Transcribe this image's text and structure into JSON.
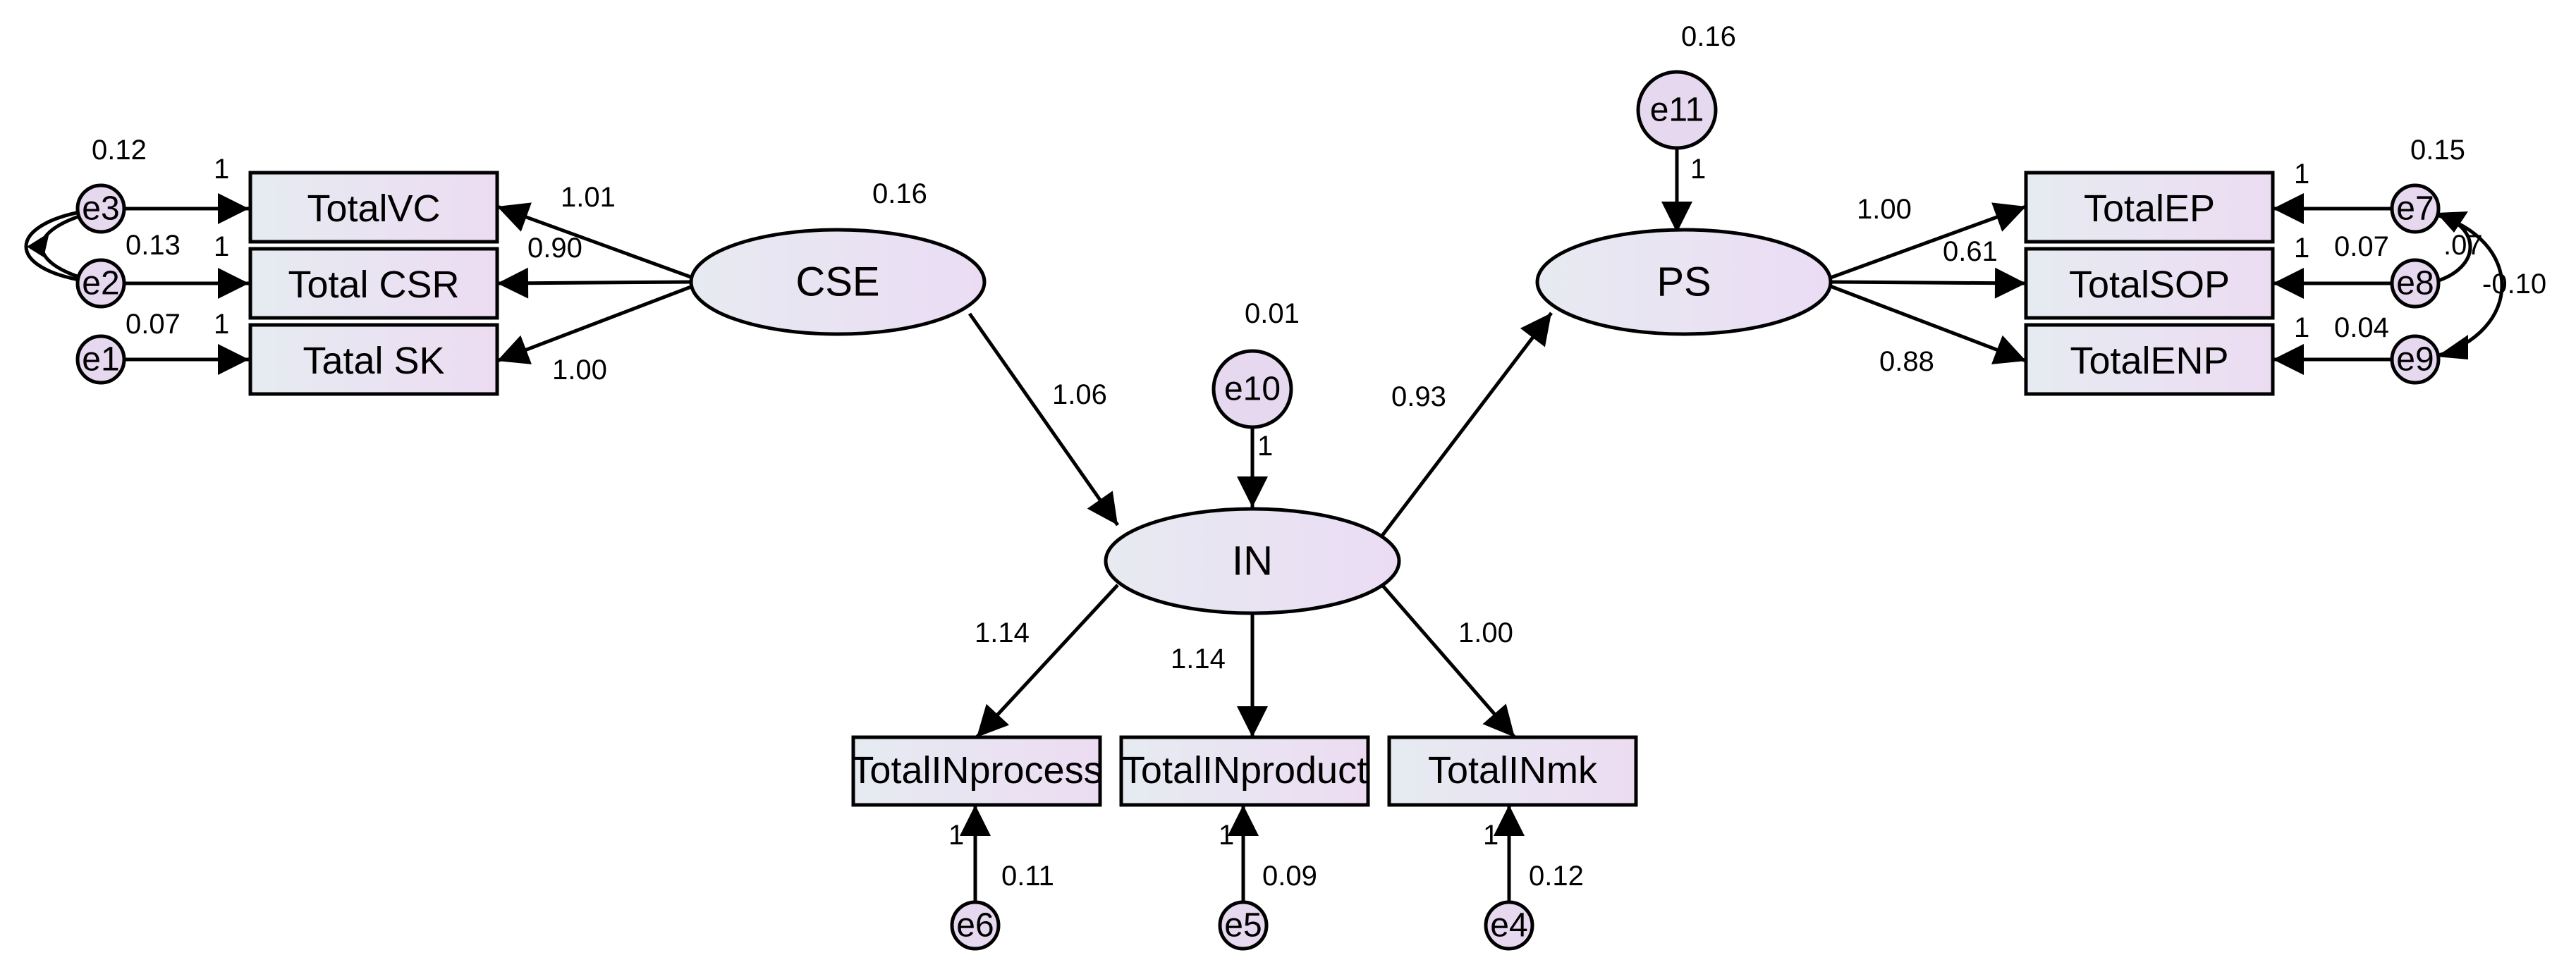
{
  "colors": {
    "box_fill_start": "#e6ebf1",
    "box_fill_end": "#ecdcf2",
    "ellipse_fill_start": "#e7eaf1",
    "ellipse_fill_end": "#ebdcf4",
    "error_fill": "#e6d8ef",
    "stroke": "#000000"
  },
  "latent_variables": [
    {
      "id": "CSE",
      "label": "CSE",
      "variance": "0.16"
    },
    {
      "id": "IN",
      "label": "IN"
    },
    {
      "id": "PS",
      "label": "PS"
    }
  ],
  "observed_variables": [
    {
      "id": "TotalVC",
      "label": "TotalVC"
    },
    {
      "id": "TotalCSR",
      "label": "Total CSR"
    },
    {
      "id": "TatalSK",
      "label": "Tatal SK"
    },
    {
      "id": "TotalEP",
      "label": "TotalEP"
    },
    {
      "id": "TotalSOP",
      "label": "TotalSOP"
    },
    {
      "id": "TotalENP",
      "label": "TotalENP"
    },
    {
      "id": "TotalINprocess",
      "label": "TotalINprocess"
    },
    {
      "id": "TotalINproduct",
      "label": "TotalINproduct"
    },
    {
      "id": "TotalINmk",
      "label": "TotalINmk"
    }
  ],
  "error_terms": [
    {
      "id": "e1",
      "label": "e1",
      "variance": "0.07",
      "weight": "1"
    },
    {
      "id": "e2",
      "label": "e2",
      "variance": "0.13",
      "weight": "1"
    },
    {
      "id": "e3",
      "label": "e3",
      "variance": "0.12",
      "weight": "1"
    },
    {
      "id": "e4",
      "label": "e4",
      "variance": "0.12",
      "weight": "1"
    },
    {
      "id": "e5",
      "label": "e5",
      "variance": "0.09",
      "weight": "1"
    },
    {
      "id": "e6",
      "label": "e6",
      "variance": "0.11",
      "weight": "1"
    },
    {
      "id": "e7",
      "label": "e7",
      "variance": "0.15",
      "weight": "1"
    },
    {
      "id": "e8",
      "label": "e8",
      "variance": "0.07",
      "weight": "1"
    },
    {
      "id": "e9",
      "label": "e9",
      "variance": "0.04",
      "weight": "1"
    },
    {
      "id": "e10",
      "label": "e10",
      "variance": "0.01",
      "weight": "1"
    },
    {
      "id": "e11",
      "label": "e11",
      "variance": "0.16",
      "weight": "1"
    }
  ],
  "loadings": {
    "CSE_TotalVC": "1.01",
    "CSE_TotalCSR": "0.90",
    "CSE_TatalSK": "1.00",
    "PS_TotalEP": "1.00",
    "PS_TotalSOP": "0.61",
    "PS_TotalENP": "0.88",
    "IN_TotalINprocess": "1.14",
    "IN_TotalINproduct": "1.14",
    "IN_TotalINmk": "1.00"
  },
  "structural_paths": {
    "CSE_IN": "1.06",
    "IN_PS": "0.93"
  },
  "covariances": {
    "e7_e9": "-0.10",
    "e7_e8_partial": ".07"
  }
}
